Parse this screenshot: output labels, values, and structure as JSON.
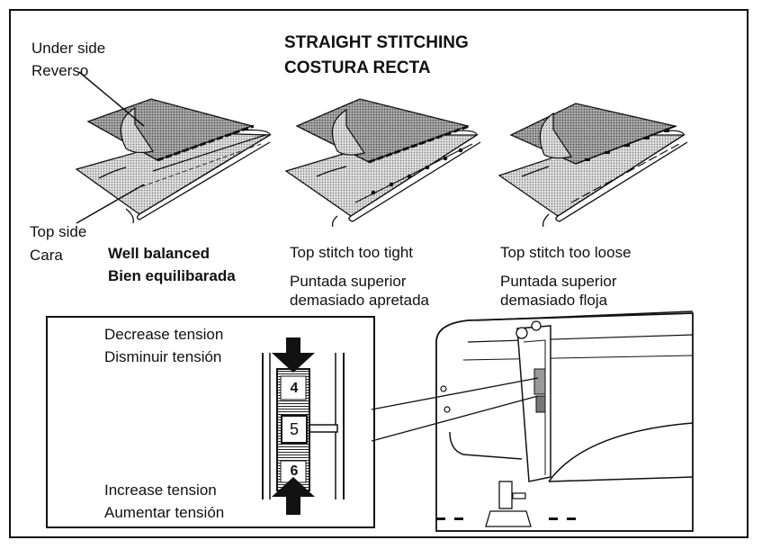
{
  "title": {
    "line1": "STRAIGHT STITCHING",
    "line2": "COSTURA RECTA"
  },
  "fabric_labels": {
    "under_side": "Under side",
    "under_side_es": "Reverso",
    "top_side": "Top side",
    "top_side_es": "Cara"
  },
  "samples": [
    {
      "caption": "Well balanced",
      "caption_es": "Bien equilibarada",
      "emphasis": true
    },
    {
      "caption": "Top stitch too tight",
      "caption_es_1": "Puntada superior",
      "caption_es_2": "demasiado apretada",
      "emphasis": false
    },
    {
      "caption": "Top stitch too loose",
      "caption_es_1": "Puntada superior",
      "caption_es_2": "demasiado floja",
      "emphasis": false
    }
  ],
  "tension": {
    "decrease": "Decrease tension",
    "decrease_es": "Disminuir tensión",
    "increase": "Increase tension",
    "increase_es": "Aumentar tensión",
    "dial_upper": "4",
    "dial_current": "5",
    "dial_lower": "6"
  }
}
